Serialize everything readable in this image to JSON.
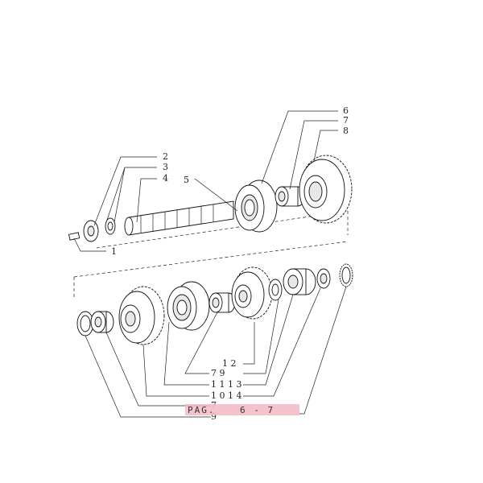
{
  "callouts_upper": {
    "n1": "1",
    "n2": "2",
    "n3": "3",
    "n4": "4",
    "n5": "5",
    "n6": "6",
    "n7": "7",
    "n8": "8"
  },
  "callouts_lower": {
    "r1": "1 2",
    "r2": "7    9",
    "r3": "1 1 1 3",
    "r4": "1 0 1 4",
    "r5": "7",
    "r6": "9"
  },
  "page_ref": {
    "label": "PAG.",
    "page": "6  -  7"
  },
  "colors": {
    "highlight": "#f2b8c2",
    "line": "#222222"
  }
}
